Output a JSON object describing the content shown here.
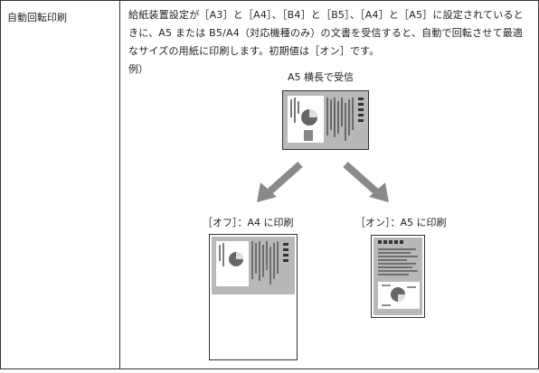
{
  "row": {
    "label": "自動回転印刷",
    "description": "給紙装置設定が［A3］と［A4］、［B4］と［B5］、［A4］と［A5］に設定されているときに、A5 または B5/A4（対応機種のみ）の文書を受信すると、自動で回転させて最適なサイズの用紙に印刷します。初期値は［オン］です。",
    "example_label": "例）"
  },
  "figure": {
    "top_caption": "A5 横長で受信",
    "off_caption": "［オフ］：A4 に印刷",
    "on_caption": "［オン］：A5 に印刷"
  },
  "colors": {
    "border": "#333333",
    "gray_fill": "#b8b8b8",
    "arrow": "#8a8a8a",
    "doc_line": "#555555"
  }
}
